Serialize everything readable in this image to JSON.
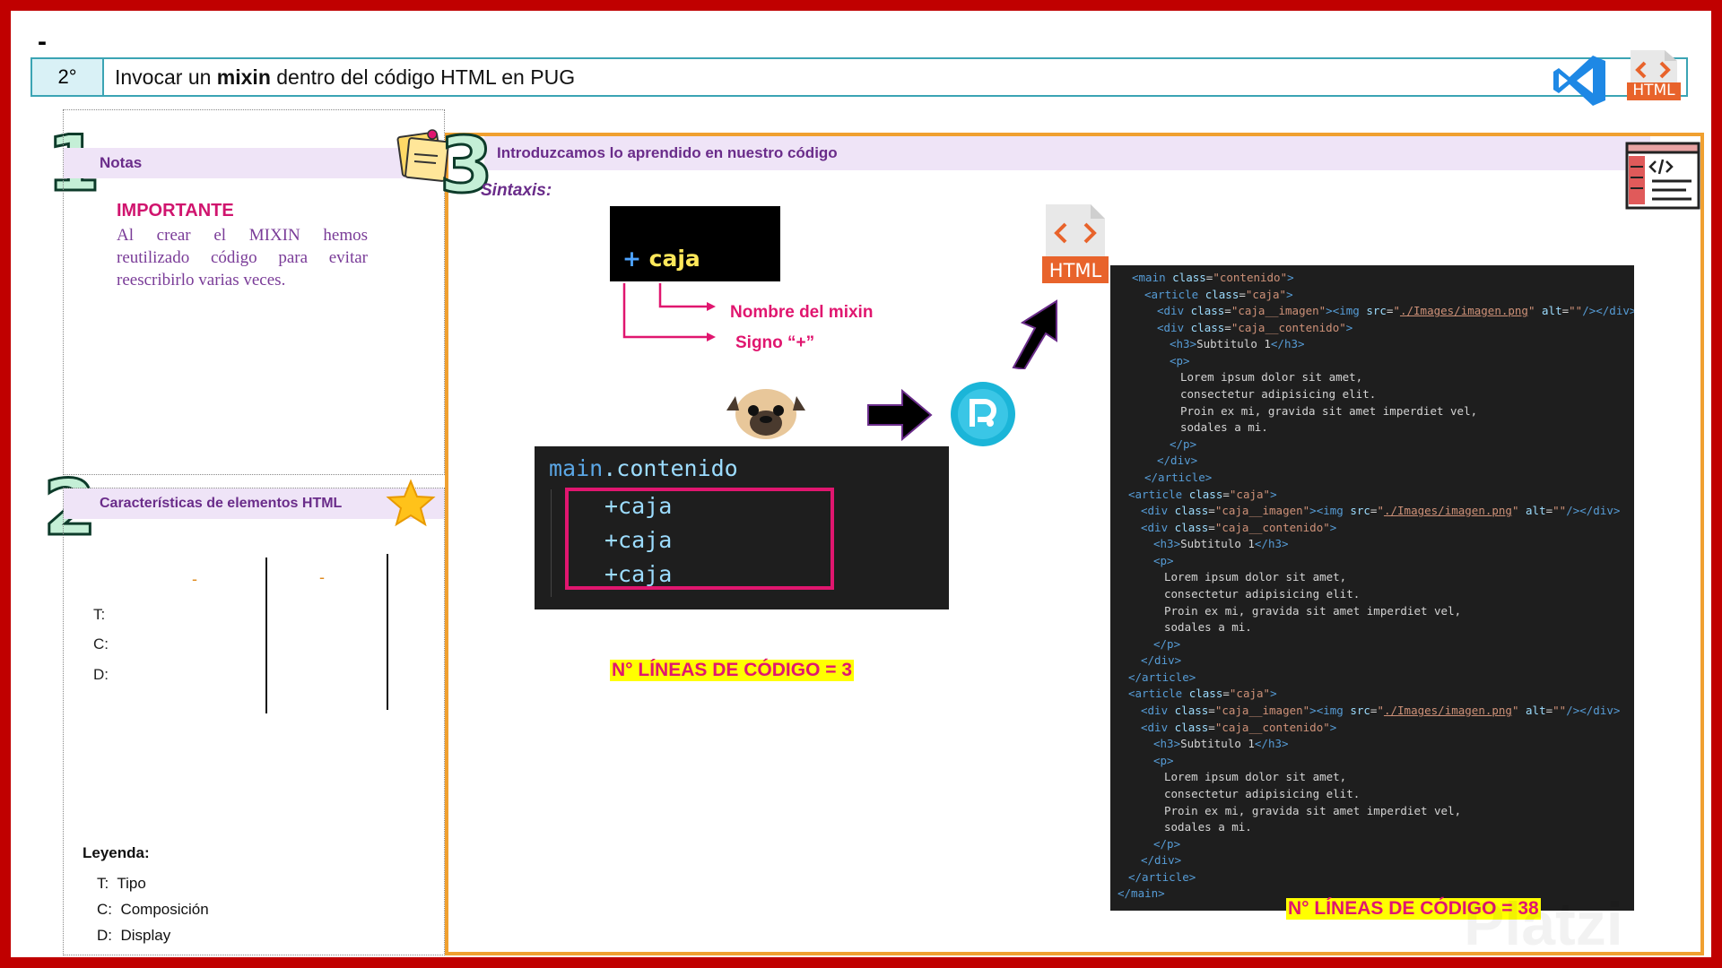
{
  "header": {
    "top_dash": "-",
    "step_number": "2°",
    "title_prefix": "Invocar un ",
    "title_bold": "mixin",
    "title_suffix": " dentro del código HTML en PUG",
    "html_icon_label": "HTML"
  },
  "section1": {
    "number": "1",
    "title": "Notas",
    "important_title": "IMPORTANTE",
    "important_text": "Al crear el MIXIN hemos reutilizado código para evitar reescribirlo varias veces."
  },
  "section2": {
    "number": "2",
    "title": "Características de elementos HTML",
    "col_dash_1": "-",
    "col_dash_2": "-",
    "row_labels": [
      "T:",
      "C:",
      "D:"
    ],
    "legend_title": "Leyenda:",
    "legend": [
      {
        "key": "T:",
        "value": "Tipo"
      },
      {
        "key": "C:",
        "value": "Composición"
      },
      {
        "key": "D:",
        "value": "Display"
      }
    ]
  },
  "section3": {
    "number": "3",
    "title": "Introduzcamos lo aprendido en nuestro código",
    "syntax_label": "Sintaxis:",
    "syntax_plus": "+",
    "syntax_name": "caja",
    "annotation_name": "Nombre del mixin",
    "annotation_sign": "Signo “+”",
    "html_icon_label": "HTML",
    "pug_editor": {
      "line1_tag": "main",
      "line1_class": ".contenido",
      "mixin_lines": [
        "+caja",
        "+caja",
        "+caja"
      ]
    },
    "pug_lines_label": "N° LÍNEAS DE CÓDIGO = 3",
    "html_lines_label": "N° LÍNEAS DE CÓDIGO = 38",
    "watermark": "Platzi"
  },
  "html_code": {
    "line0": {
      "t1": "<main ",
      "a1": "class",
      "eq": "=",
      "s1": "\"contenido\"",
      "t2": ">"
    },
    "article_open": {
      "t1": "<article ",
      "a1": "class",
      "eq": "=",
      "s1": "\"caja\"",
      "t2": ">"
    },
    "img_div": {
      "t1": "<div ",
      "a1": "class",
      "eq1": "=",
      "s1": "\"caja__imagen\"",
      "t2": "><img ",
      "a2": "src",
      "eq2": "=",
      "q1": "\"",
      "link": "./Images/imagen.png",
      "q2": "\"",
      "a3": " alt",
      "eq3": "=",
      "s3": "\"\"",
      "t3": "/></div>"
    },
    "content_div": {
      "t1": "<div ",
      "a1": "class",
      "eq": "=",
      "s1": "\"caja__contenido\"",
      "t2": ">"
    },
    "h3": {
      "t1": "<h3>",
      "text": "Subtitulo 1",
      "t2": "</h3>"
    },
    "p_open": "<p>",
    "lorem": [
      "Lorem ipsum dolor sit amet,",
      "consectetur adipisicing elit.",
      "Proin ex mi, gravida sit amet imperdiet vel,",
      "sodales a mi."
    ],
    "p_close": "</p>",
    "div_close": "</div>",
    "article_close": "</article>",
    "main_close": "</main>"
  },
  "colors": {
    "frame": "#c00000",
    "header_border": "#3ba4b4",
    "accent_purple": "#6a2c8a",
    "accent_pink": "#e0166f",
    "main_border": "#f0a030",
    "label_yellow": "#ffff00"
  },
  "icons": [
    "vscode-icon",
    "html-file-icon",
    "sticky-note-icon",
    "star-icon",
    "code-window-icon",
    "pug-dog-icon",
    "arrow-right-icon",
    "pug-logo-icon",
    "arrow-up-right-icon"
  ]
}
